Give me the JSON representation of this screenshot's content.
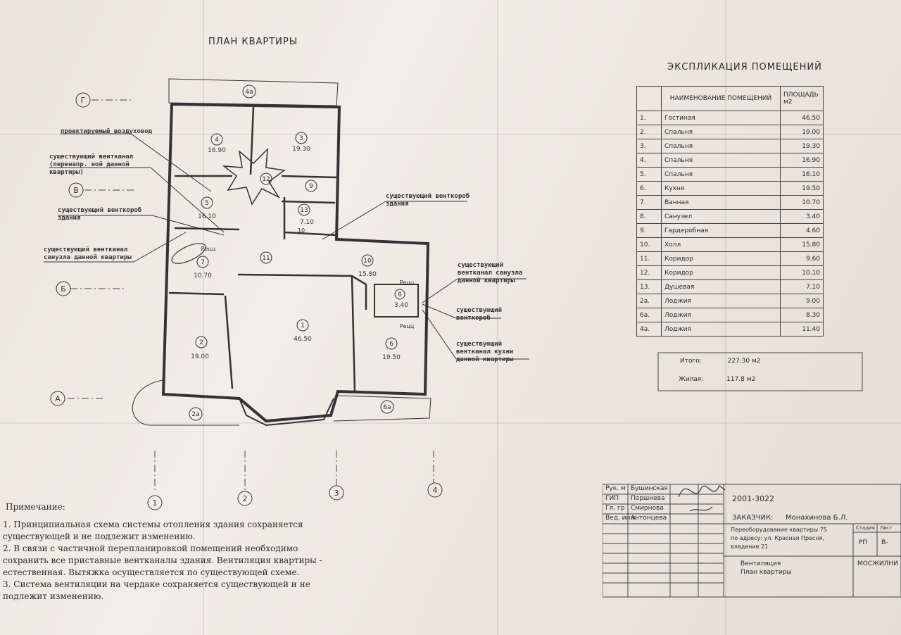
{
  "plan": {
    "title": "ПЛАН КВАРТИРЫ",
    "axes": [
      "Г",
      "В",
      "Б",
      "А",
      "1",
      "2",
      "3",
      "4"
    ],
    "rooms": [
      {
        "num": "1",
        "area": "46.50"
      },
      {
        "num": "2",
        "area": "19.00"
      },
      {
        "num": "3",
        "area": "19.30"
      },
      {
        "num": "4",
        "area": "16.90"
      },
      {
        "num": "5",
        "area": "16.10"
      },
      {
        "num": "6",
        "area": "19.50"
      },
      {
        "num": "7",
        "area": "10.70"
      },
      {
        "num": "8",
        "area": "3.40"
      },
      {
        "num": "9",
        "area": ""
      },
      {
        "num": "10",
        "area": "15.80"
      },
      {
        "num": "11",
        "area": ""
      },
      {
        "num": "12",
        "area": ""
      },
      {
        "num": "13",
        "area": "7.10"
      },
      {
        "num": "2а",
        "area": ""
      },
      {
        "num": "4а",
        "area": ""
      },
      {
        "num": "6а",
        "area": ""
      }
    ],
    "annotations": [
      "проектируемый воздуховод",
      "существующий вентканал (перенапр. ной данной квартиры)",
      "существующий венткороб здания",
      "существующий вентканал санузла данной квартиры",
      "существующий венткороб здания",
      "существующий вентканал санузла данной квартиры",
      "существующий венткороб",
      "существующий вентканал кухни данной квартиры"
    ],
    "small_labels": [
      "Рецц",
      "Рецц",
      "Рецц",
      "10"
    ]
  },
  "explication": {
    "title": "ЭКСПЛИКАЦИЯ ПОМЕЩЕНИЙ",
    "header_name": "НАИМЕНОВАНИЕ ПОМЕЩЕНИЙ",
    "header_area": "ПЛОЩАДЬ м2",
    "rows": [
      {
        "n": "1.",
        "name": "Гостиная",
        "area": "46.50"
      },
      {
        "n": "2.",
        "name": "Спальня",
        "area": "19.00"
      },
      {
        "n": "3.",
        "name": "Спальня",
        "area": "19.30"
      },
      {
        "n": "4.",
        "name": "Спальня",
        "area": "16.90"
      },
      {
        "n": "5.",
        "name": "Спальня",
        "area": "16.10"
      },
      {
        "n": "6.",
        "name": "Кухня",
        "area": "19.50"
      },
      {
        "n": "7.",
        "name": "Ванная",
        "area": "10.70"
      },
      {
        "n": "8.",
        "name": "Санузел",
        "area": "3.40"
      },
      {
        "n": "9.",
        "name": "Гардеробная",
        "area": "4.60"
      },
      {
        "n": "10.",
        "name": "Холл",
        "area": "15.80"
      },
      {
        "n": "11.",
        "name": "Коридор",
        "area": "9.60"
      },
      {
        "n": "12.",
        "name": "Коридор",
        "area": "10.10"
      },
      {
        "n": "13.",
        "name": "Душевая",
        "area": "7.10"
      },
      {
        "n": "2а.",
        "name": "Лоджия",
        "area": "9.00"
      },
      {
        "n": "6а.",
        "name": "Лоджия",
        "area": "8.30"
      },
      {
        "n": "4а.",
        "name": "Лоджия",
        "area": "11.40"
      }
    ],
    "total_label": "Итого:",
    "total_value": "227.30",
    "total_unit": "м2",
    "living_label": "Жилая:",
    "living_value": "117.8",
    "living_unit": "м2"
  },
  "notes": {
    "title": "Примечание:",
    "lines": [
      "1. Принципиальная схема системы отопления здания сохраняется",
      "существующей и не подлежит изменению.",
      "2. В связи с частичной перепланировкой помещений необходимо",
      "сохранить все приставные вентканалы здания. Вентиляция квартиры -",
      "естественная. Вытяжка осуществляется по существующей схеме.",
      "3. Система вентиляции на чердаке сохраняется существующей и не",
      "подлежит изменению."
    ]
  },
  "stamp": {
    "roles": [
      {
        "role": "Рук. м",
        "name": "Бушинская"
      },
      {
        "role": "ГИП",
        "name": "Поршнева"
      },
      {
        "role": "Гл. гр",
        "name": "Смирнова"
      },
      {
        "role": "Вед. инж",
        "name": "Антонцева"
      }
    ],
    "code": "2001-3022",
    "client_label": "ЗАКАЗЧИК:",
    "client_name": "Монахинова Б.Л.",
    "description": [
      "Переоборудование квартиры 75",
      "по адресу: ул. Красная Пресня,",
      "владение 21"
    ],
    "sheet_title": [
      "Вентиляция",
      "План квартиры"
    ],
    "stage_label": "Стадия",
    "sheet_label": "Лист",
    "stage_value": "РП",
    "sheet_value": "В-",
    "org": "МОСЖИЛНИ"
  }
}
